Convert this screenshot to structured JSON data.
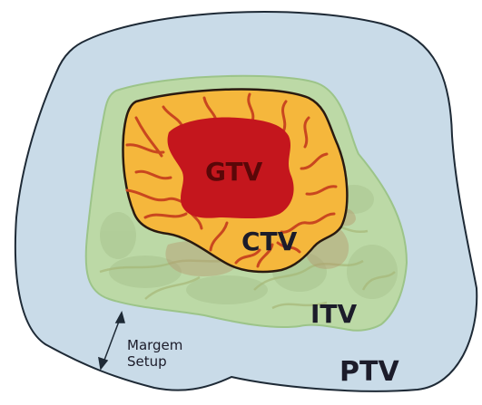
{
  "diagram": {
    "labels": {
      "gtv": "GTV",
      "ctv": "CTV",
      "itv": "ITV",
      "ptv": "PTV",
      "margin_line1": "Margem",
      "margin_line2": "Setup"
    },
    "colors": {
      "ptv_fill": "#c9dbe8",
      "ptv_stroke": "#1e2a36",
      "itv_fill": "#bcd9a6",
      "itv_stroke": "#9cc489",
      "ctv_fill": "#f5b73c",
      "ctv_stroke": "#2a1a10",
      "vessels": "#c9471f",
      "gtv_fill": "#c4161d",
      "gtv_text": "#5a0708",
      "label_dark": "#1c1c2a",
      "shadow_brown": "#b69a6e",
      "mottled": "#a9c58f"
    }
  }
}
